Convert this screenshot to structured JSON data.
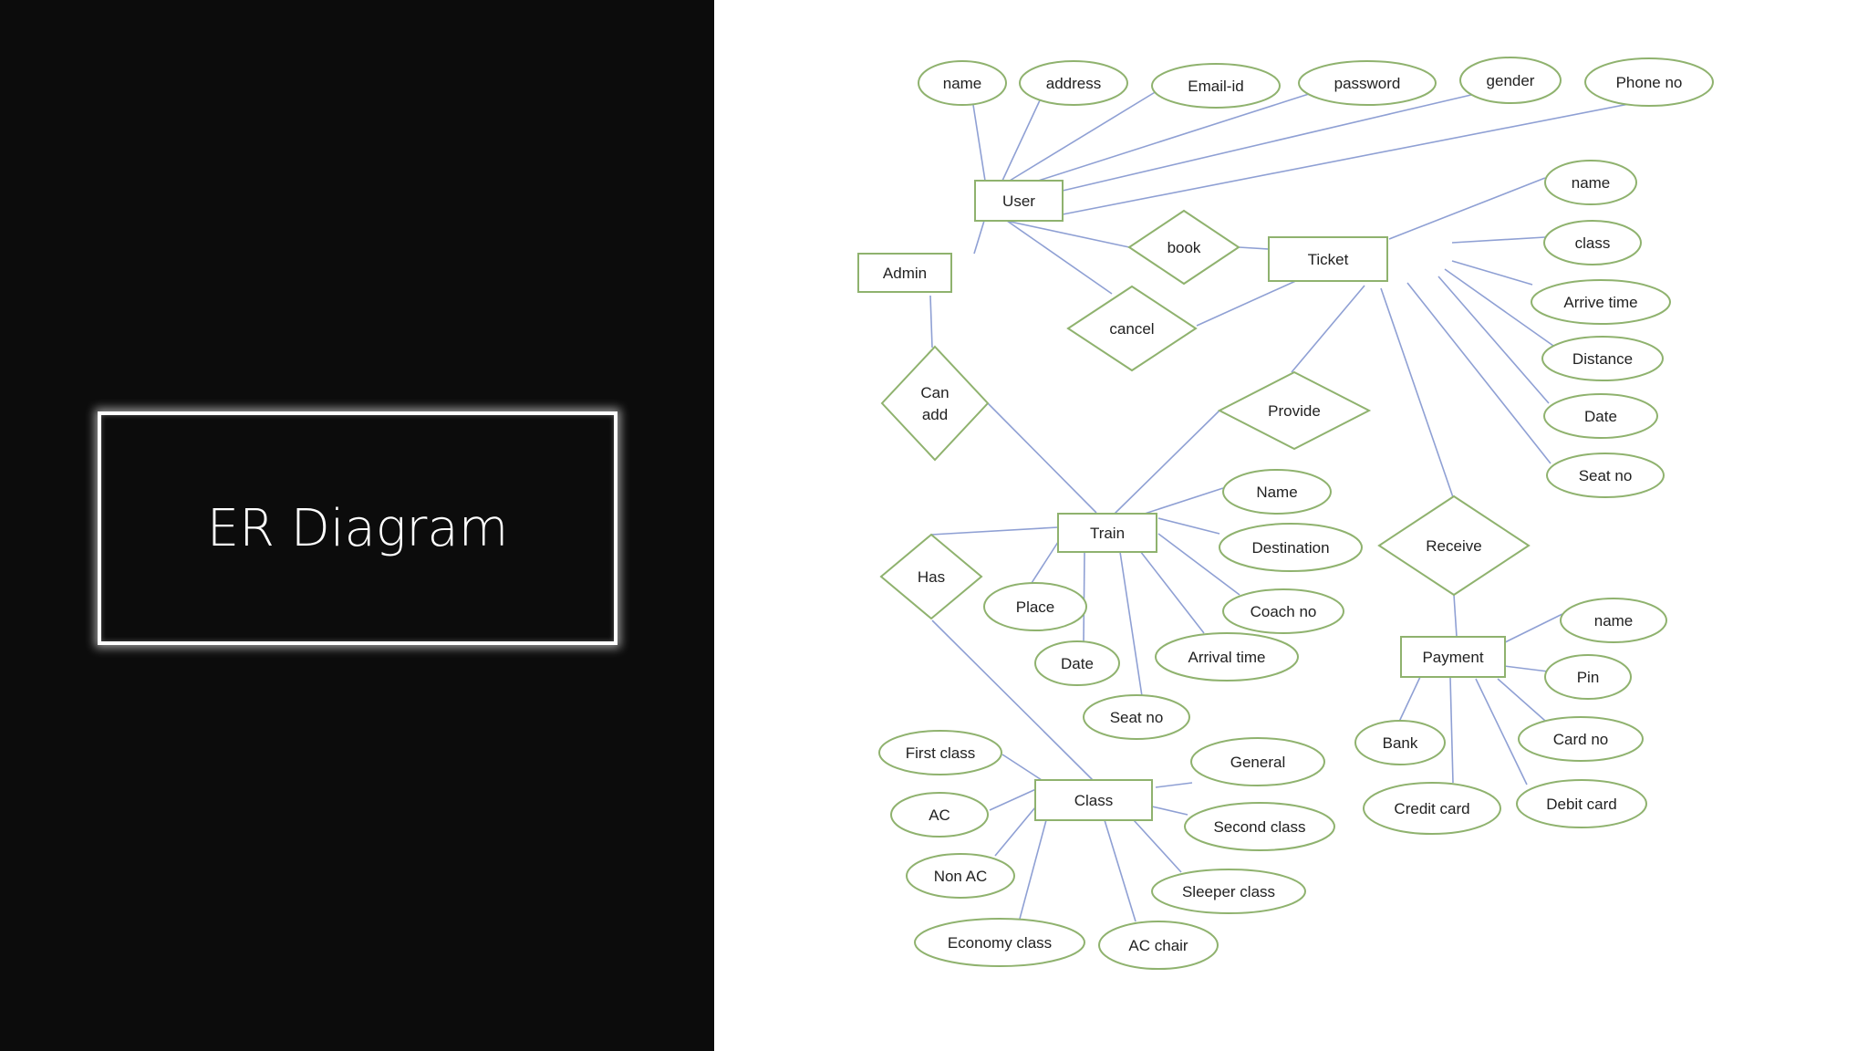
{
  "slide": {
    "title": "ER Diagram"
  },
  "colors": {
    "left_panel_bg": "#0c0c0c",
    "title_text": "#ffffff",
    "frame_border": "#ffffff",
    "shape_stroke": "#8fb26e",
    "connector": "#8fa0d4"
  },
  "diagram": {
    "entities": [
      {
        "id": "user",
        "label": "User"
      },
      {
        "id": "admin",
        "label": "Admin"
      },
      {
        "id": "ticket",
        "label": "Ticket"
      },
      {
        "id": "train",
        "label": "Train"
      },
      {
        "id": "payment",
        "label": "Payment"
      },
      {
        "id": "class",
        "label": "Class"
      }
    ],
    "relationships": [
      {
        "id": "book",
        "label": "book"
      },
      {
        "id": "cancel",
        "label": "cancel"
      },
      {
        "id": "can_add",
        "label": "Can add"
      },
      {
        "id": "provide",
        "label": "Provide"
      },
      {
        "id": "receive",
        "label": "Receive"
      },
      {
        "id": "has",
        "label": "Has"
      }
    ],
    "attributes": [
      {
        "id": "u_name",
        "label": "name"
      },
      {
        "id": "u_address",
        "label": "address"
      },
      {
        "id": "u_email",
        "label": "Email-id"
      },
      {
        "id": "u_password",
        "label": "password"
      },
      {
        "id": "u_gender",
        "label": "gender"
      },
      {
        "id": "u_phone",
        "label": "Phone no"
      },
      {
        "id": "t_name",
        "label": "name"
      },
      {
        "id": "t_class",
        "label": "class"
      },
      {
        "id": "t_arrive",
        "label": "Arrive time"
      },
      {
        "id": "t_distance",
        "label": "Distance"
      },
      {
        "id": "t_date",
        "label": "Date"
      },
      {
        "id": "t_seat",
        "label": "Seat no"
      },
      {
        "id": "tr_name",
        "label": "Name"
      },
      {
        "id": "tr_dest",
        "label": "Destination"
      },
      {
        "id": "tr_coach",
        "label": "Coach no"
      },
      {
        "id": "tr_arrival",
        "label": "Arrival time"
      },
      {
        "id": "tr_place",
        "label": "Place"
      },
      {
        "id": "tr_date",
        "label": "Date"
      },
      {
        "id": "tr_seat",
        "label": "Seat no"
      },
      {
        "id": "p_name",
        "label": "name"
      },
      {
        "id": "p_pin",
        "label": "Pin"
      },
      {
        "id": "p_card",
        "label": "Card no"
      },
      {
        "id": "p_debit",
        "label": "Debit card"
      },
      {
        "id": "p_credit",
        "label": "Credit card"
      },
      {
        "id": "p_bank",
        "label": "Bank"
      },
      {
        "id": "c_first",
        "label": "First class"
      },
      {
        "id": "c_ac",
        "label": "AC"
      },
      {
        "id": "c_nonac",
        "label": "Non AC"
      },
      {
        "id": "c_economy",
        "label": "Economy class"
      },
      {
        "id": "c_acchair",
        "label": "AC chair"
      },
      {
        "id": "c_sleeper",
        "label": "Sleeper class"
      },
      {
        "id": "c_second",
        "label": "Second class"
      },
      {
        "id": "c_general",
        "label": "General"
      }
    ]
  }
}
